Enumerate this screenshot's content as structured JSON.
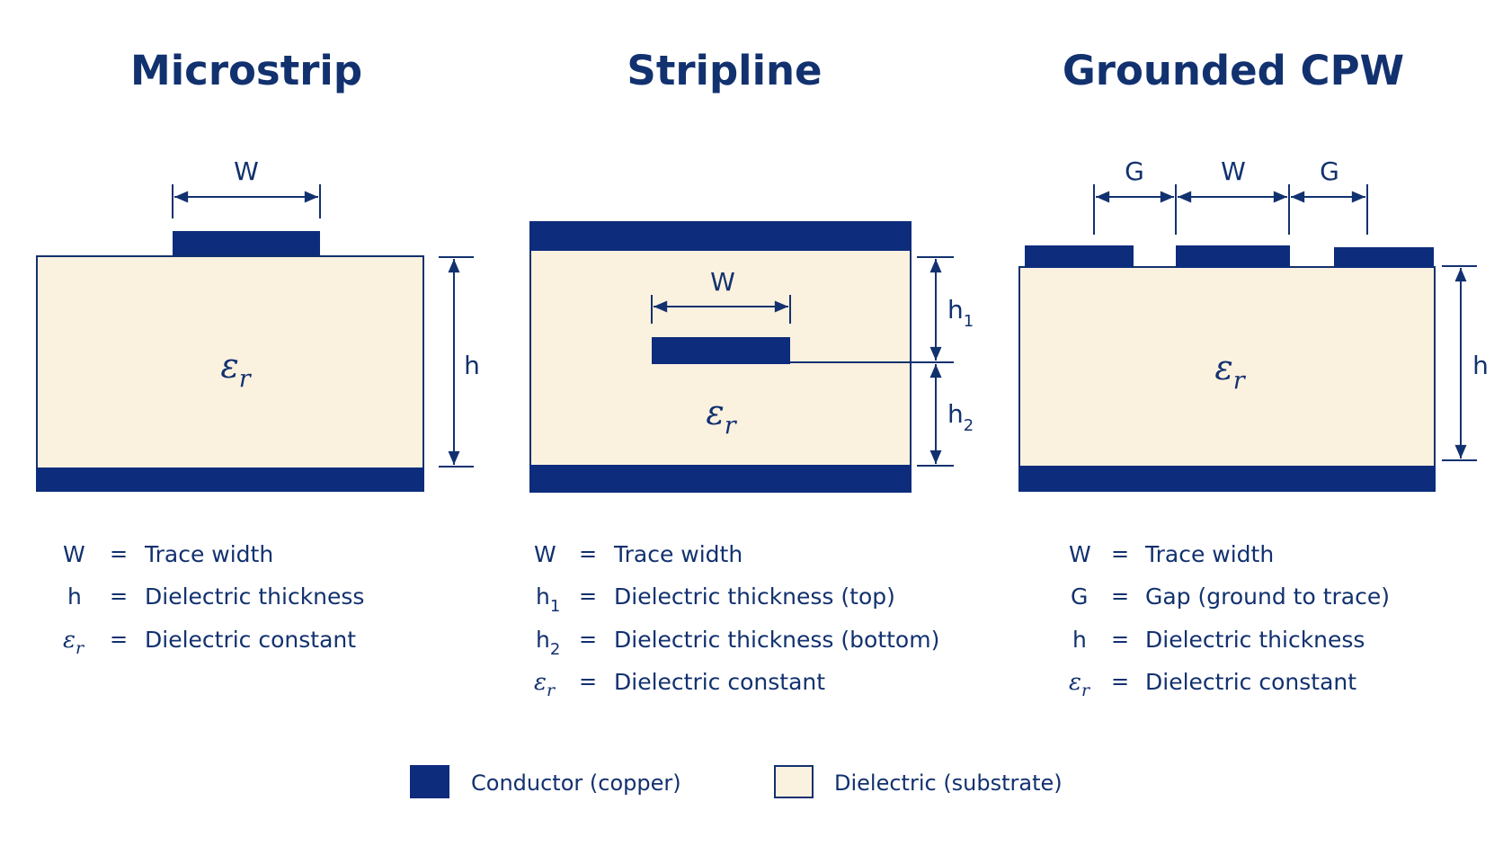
{
  "colors": {
    "conductor": "#0d2c7c",
    "dielectric": "#fbf1df",
    "ink": "#12316f"
  },
  "microstrip": {
    "title": "Microstrip",
    "dim_w": "W",
    "dim_h": "h",
    "er_main": "ε",
    "er_sub": "r",
    "definitions": [
      {
        "sym": "W",
        "sub": "",
        "eq": "=",
        "desc": "Trace width"
      },
      {
        "sym": "h",
        "sub": "",
        "eq": "=",
        "desc": "Dielectric thickness"
      },
      {
        "sym": "ε",
        "sub": "r",
        "eq": "=",
        "desc": "Dielectric constant"
      }
    ]
  },
  "stripline": {
    "title": "Stripline",
    "dim_w": "W",
    "dim_h1": "h",
    "dim_h1_sub": "1",
    "dim_h2": "h",
    "dim_h2_sub": "2",
    "er_main": "ε",
    "er_sub": "r",
    "definitions": [
      {
        "sym": "W",
        "sub": "",
        "eq": "=",
        "desc": "Trace width"
      },
      {
        "sym": "h",
        "sub": "1",
        "eq": "=",
        "desc": "Dielectric thickness (top)"
      },
      {
        "sym": "h",
        "sub": "2",
        "eq": "=",
        "desc": "Dielectric thickness (bottom)"
      },
      {
        "sym": "ε",
        "sub": "r",
        "eq": "=",
        "desc": "Dielectric constant"
      }
    ]
  },
  "gcpw": {
    "title": "Grounded CPW",
    "dim_g_left": "G",
    "dim_w": "W",
    "dim_g_right": "G",
    "dim_h": "h",
    "er_main": "ε",
    "er_sub": "r",
    "definitions": [
      {
        "sym": "W",
        "sub": "",
        "eq": "=",
        "desc": "Trace width"
      },
      {
        "sym": "G",
        "sub": "",
        "eq": "=",
        "desc": "Gap (ground to trace)"
      },
      {
        "sym": "h",
        "sub": "",
        "eq": "=",
        "desc": "Dielectric thickness"
      },
      {
        "sym": "ε",
        "sub": "r",
        "eq": "=",
        "desc": "Dielectric constant"
      }
    ]
  },
  "legend": {
    "conductor_label": "Conductor (copper)",
    "dielectric_label": "Dielectric (substrate)"
  }
}
